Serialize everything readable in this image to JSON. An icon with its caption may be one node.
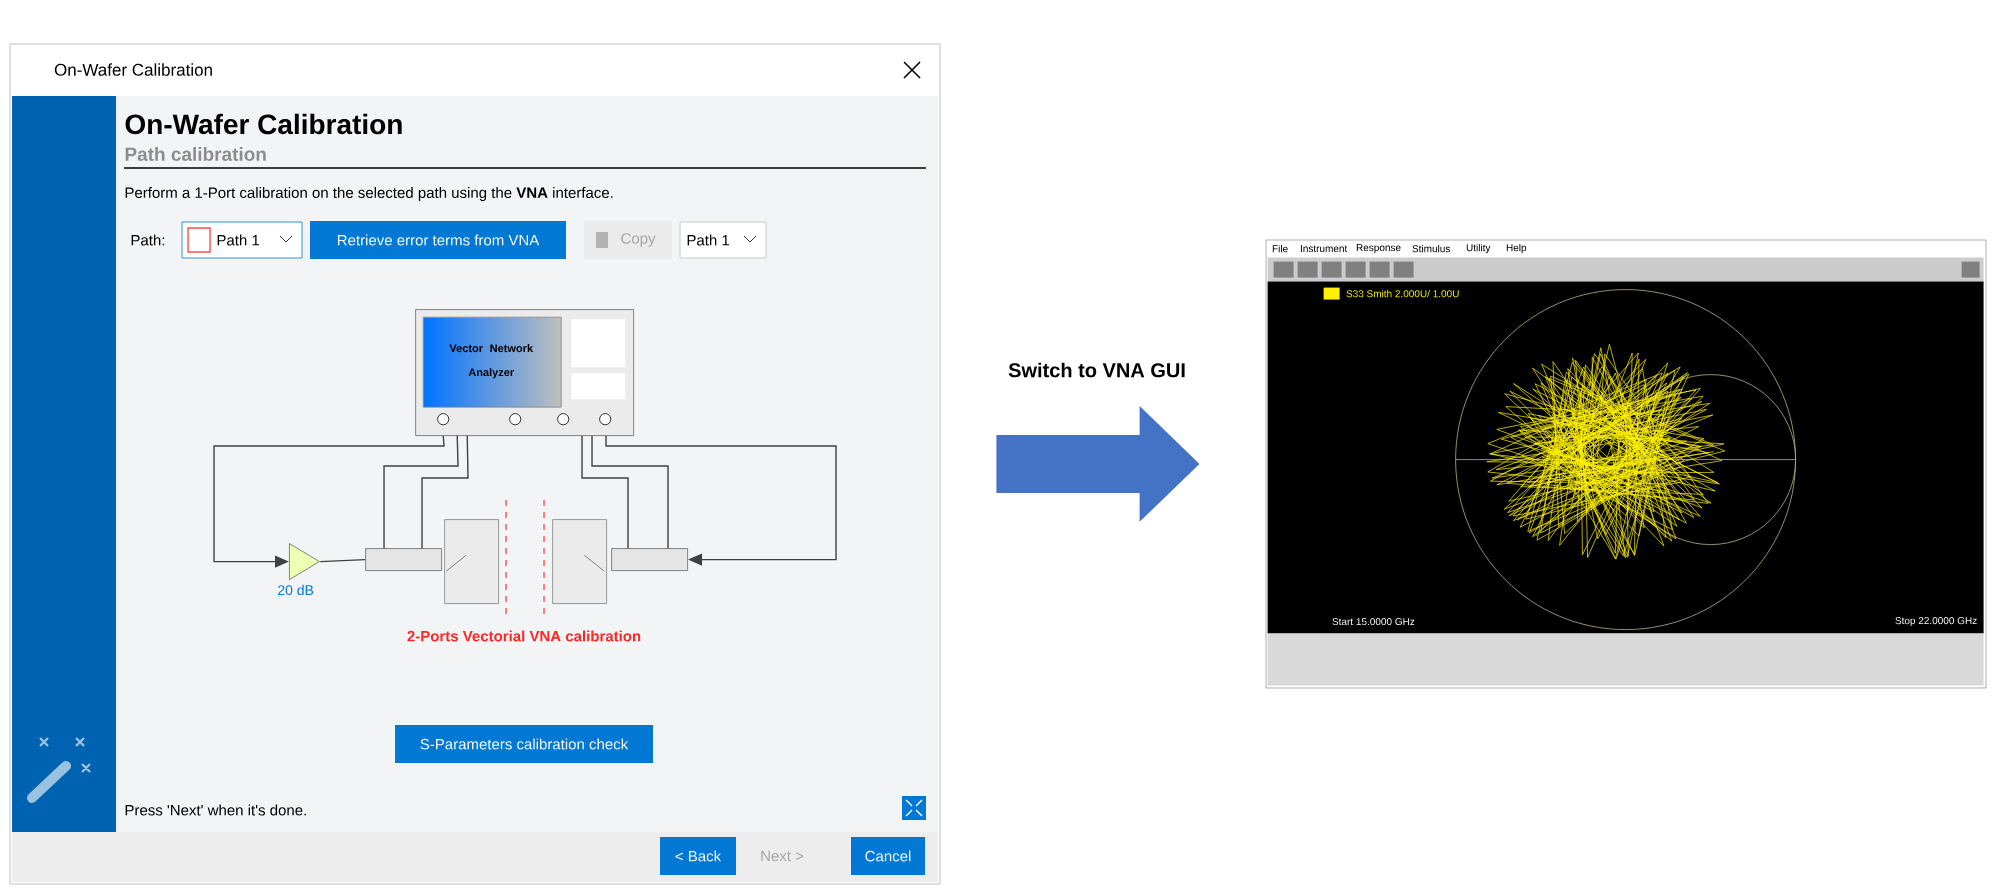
{
  "diagram": {
    "nodes": [
      {
        "text": [
          "On-Wafer Calibration"
        ]
      },
      {
        "text": [],
        "shape": "picture"
      },
      {
        "text": [
          "Vector Network Analyzer"
        ],
        "in": 0
      },
      {
        "text": [],
        "shape": "triangle",
        "in": 0,
        "beside": [
          "20 dB"
        ]
      },
      {
        "text": [],
        "shape": "box",
        "in": 0
      },
      {
        "text": [],
        "shape": "box",
        "in": 0
      },
      {
        "text": [],
        "shape": "box",
        "in": 0
      },
      {
        "text": [],
        "shape": "box",
        "in": 0
      }
    ],
    "edges": [
      {
        "from": 2,
        "to": 3,
        "arrow": "to"
      },
      {
        "from": 2,
        "to": 4,
        "arrow": "none"
      },
      {
        "from": 2,
        "to": 4,
        "arrow": "none"
      },
      {
        "from": 3,
        "to": 4,
        "arrow": "none"
      },
      {
        "from": 2,
        "to": 7,
        "arrow": "to"
      },
      {
        "from": 2,
        "to": 7,
        "arrow": "none"
      },
      {
        "from": 2,
        "to": 7,
        "arrow": "none"
      },
      {
        "from": 0,
        "to": 1,
        "arrow": "to",
        "label": "Switch to VNA GUI",
        "style": "thick",
        "color": "#4472c4"
      }
    ],
    "labels": [
      "On-Wafer Calibration",
      "Path calibration",
      "Perform a 1-Port calibration on the selected path using the **VNA** interface.",
      "Path:",
      "Path 1",
      "Retrieve error terms from VNA",
      "Copy",
      "Path 1",
      "2-Ports Vectorial VNA calibration",
      "S-Parameters calibration check",
      "Press 'Next' when it's done.",
      "< Back",
      "Next >",
      "Cancel",
      "File",
      "Instrument",
      "Response",
      "Stimulus",
      "Utility",
      "Help",
      "S33 Smith 2.000U/ 1.00U",
      "Start 15.0000 GHz",
      "Stop 22.0000 GHz"
    ]
  }
}
